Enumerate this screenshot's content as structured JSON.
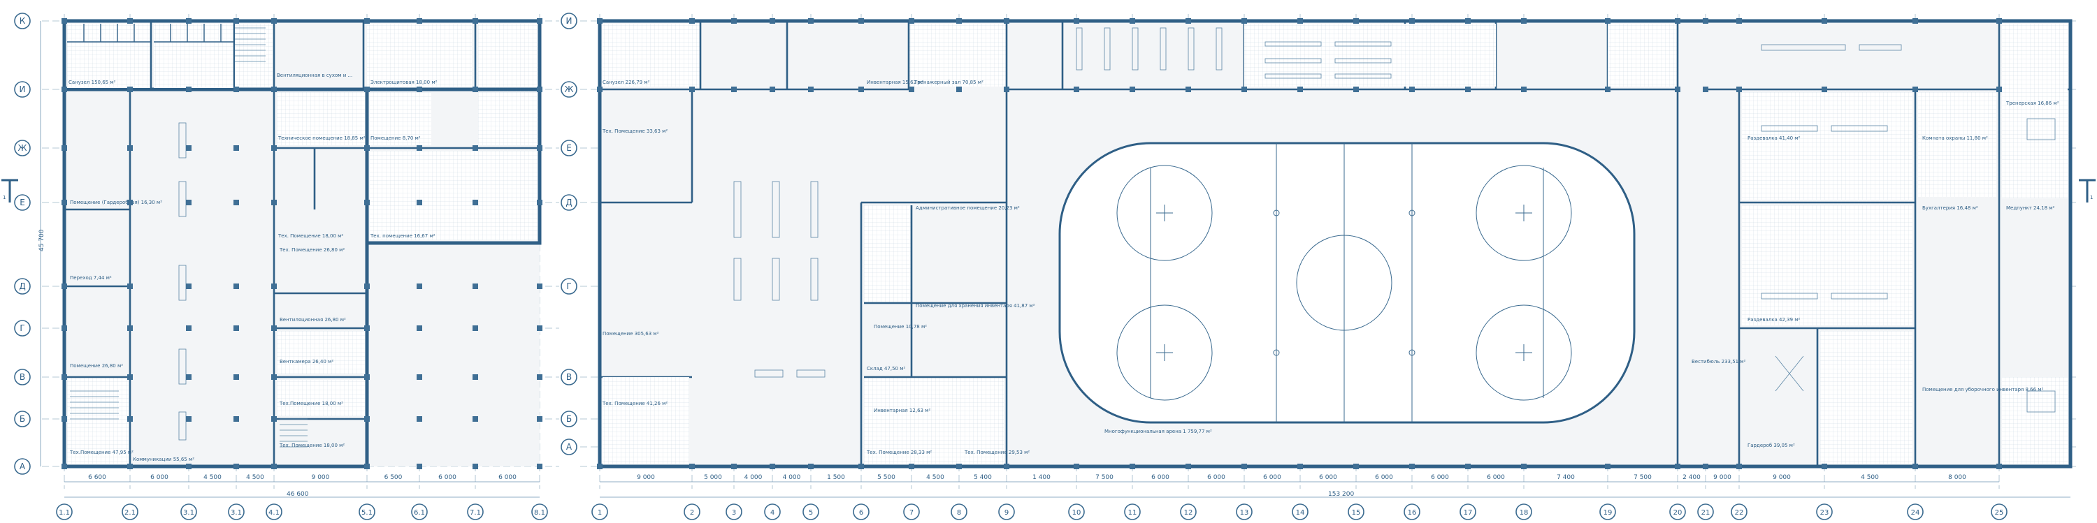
{
  "plan": {
    "row_axes": [
      "И",
      "Ж",
      "Е",
      "Д",
      "Г",
      "В",
      "Б",
      "А"
    ],
    "row_axes_west": [
      "К",
      "И",
      "Ж",
      "Е",
      "Д",
      "Г",
      "В",
      "Б",
      "А"
    ],
    "col_axes_west": [
      "1.1",
      "2.1",
      "3.1",
      "3.1",
      "4.1",
      "5.1",
      "6.1",
      "7.1",
      "8.1"
    ],
    "col_axes_east": [
      "1",
      "2",
      "3",
      "4",
      "5",
      "6",
      "7",
      "8",
      "9",
      "10",
      "11",
      "12",
      "13",
      "14",
      "15",
      "16",
      "17",
      "18",
      "19",
      "20",
      "21",
      "22",
      "23",
      "24",
      "25"
    ],
    "west_dims": [
      "6 600",
      "6 000",
      "4 500",
      "4 500",
      "9 000",
      "6 500",
      "6 000",
      "6 000"
    ],
    "west_total": "46 600",
    "east_dims": [
      "9 000",
      "5 000",
      "4 000",
      "4 000",
      "1 500",
      "5 500",
      "4 500",
      "5 400",
      "1 400",
      "7 500",
      "6 000",
      "6 000",
      "6 000",
      "6 000",
      "6 000",
      "6 000",
      "6 000",
      "7 400",
      "7 500",
      "2 400",
      "9 000",
      "9 000",
      "4 500",
      "8 000"
    ],
    "east_total": "153 200",
    "left_vertical_total": "45 700",
    "section_mark": "1",
    "rooms_west": [
      "Санузел 150,65 м²",
      "Вентиляционная в сухом и ...",
      "Помещение (Гардеробная) 16,30 м²",
      "Техническое помещение 18,85 м²",
      "Тех. Помещение 18,00 м²",
      "Помещение 8,70 м²",
      "Тех. Помещение 26,80 м²",
      "Вентиляционная 26,80 м²",
      "Помещение 26,80 м²",
      "Венткамера 26,40 м²",
      "Тех.Помещение 18,00 м²",
      "Тех. помещение 16,67 м²",
      "Тех. Помещение 18,00 м²",
      "Электрощитовая 18,00 м²",
      "Коммуникации 55,65 м²",
      "Тех.Помещение 47,95 м²",
      "Переход 7,44 м²"
    ],
    "rooms_east": [
      "Санузел 226,79 м²",
      "Тех. Помещение 33,63 м²",
      "Тех. Помещение 41,26 м²",
      "Инвентарная 15,63 м²",
      "Тренажерный зал 70,85 м²",
      "Помещение 305,63 м²",
      "Склад 47,50 м²",
      "Помещение для хранения инвентаря 41,87 м²",
      "Помещение 10,78 м²",
      "Инвентарная 12,63 м²",
      "Административное помещение 20,23 м²",
      "Тех. Помещение 28,33 м²",
      "Тех. Помещение 29,53 м²",
      "Многофункциональная арена 1 759,77 м²",
      "Раздевалка 41,40 м²",
      "Раздевалка 42,39 м²",
      "Вестибюль 233,51 м²",
      "Гардероб 39,05 м²",
      "Комната охраны 11,80 м²",
      "Тренерская 16,86 м²",
      "Медпункт 24,18 м²",
      "Бухгалтерия 16,48 м²",
      "Помещение для уборочного инвентаря 8,66 м²"
    ]
  }
}
